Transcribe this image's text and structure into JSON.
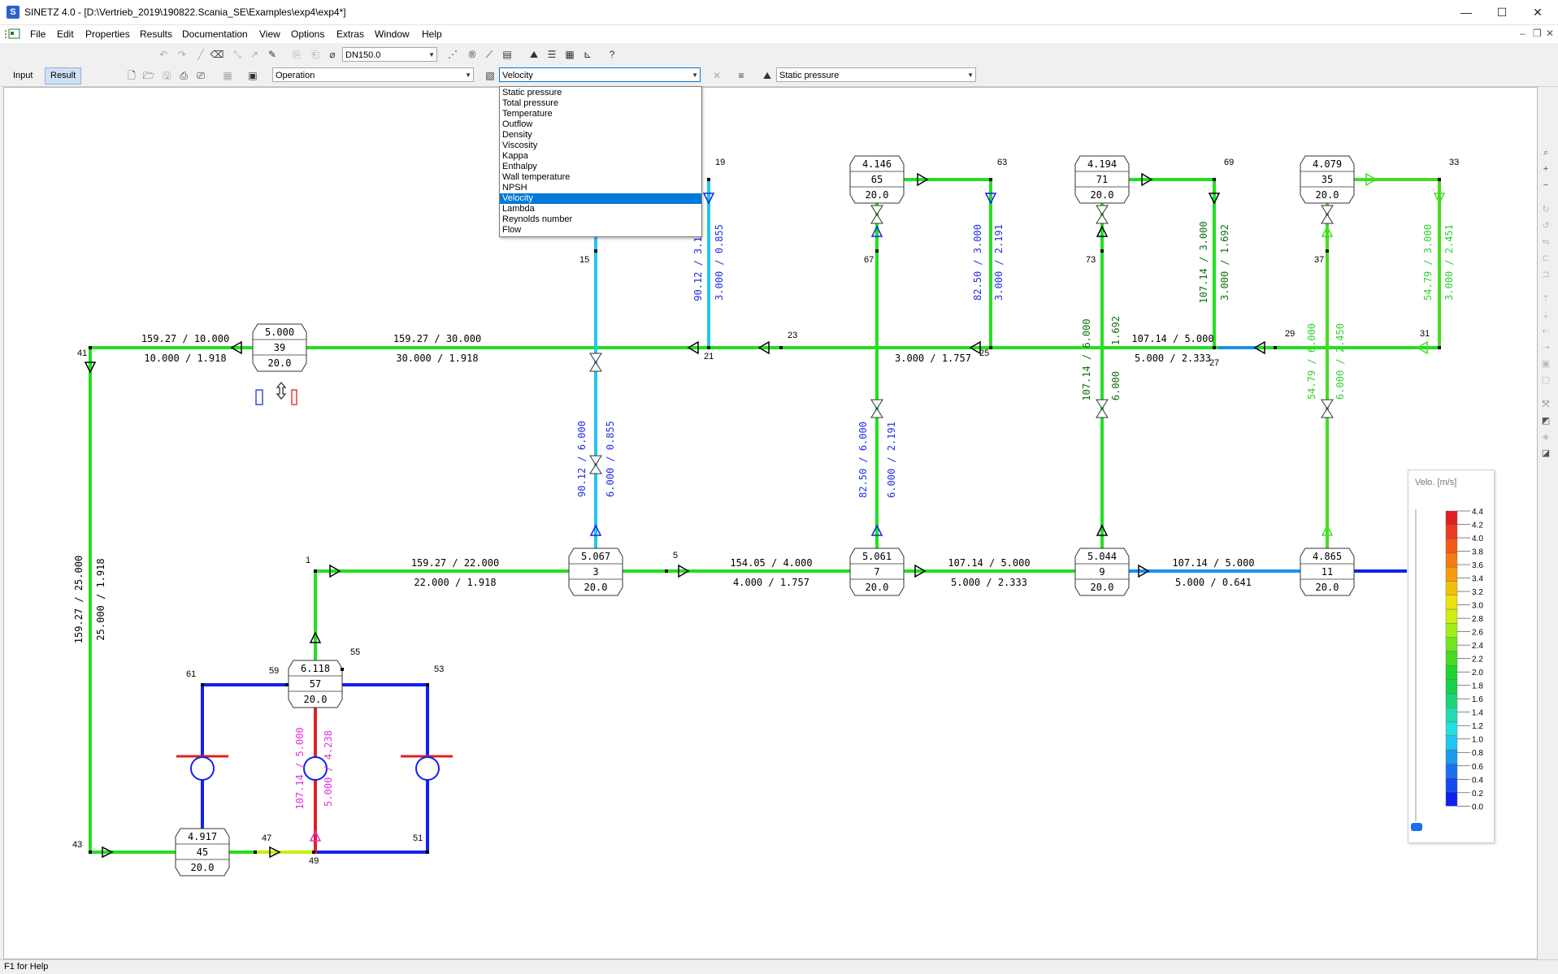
{
  "window": {
    "title": "SINETZ 4.0 - [D:\\Vertrieb_2019\\190822.Scania_SE\\Examples\\exp4\\exp4*]",
    "minimize": "—",
    "maximize": "☐",
    "close": "✕"
  },
  "menu": [
    "File",
    "Edit",
    "Properties",
    "Results",
    "Documentation",
    "View",
    "Options",
    "Extras",
    "Window",
    "Help"
  ],
  "toolbar": {
    "pipe_size": "DN150.0",
    "mode_input": "Input",
    "mode_result": "Result",
    "operation": "Operation",
    "display_value": "Velocity",
    "second_value": "Static pressure"
  },
  "dropdown": {
    "options": [
      "Static pressure",
      "Total pressure",
      "Temperature",
      "Outflow",
      "Density",
      "Viscosity",
      "Kappa",
      "Enthalpy",
      "Wall temperature",
      "NPSH",
      "Velocity",
      "Lambda",
      "Reynolds number",
      "Flow"
    ],
    "selected": "Velocity"
  },
  "legend": {
    "title": "Velo. [m/s]",
    "colors": [
      "#e02020",
      "#ee3a1e",
      "#f45a14",
      "#f67c10",
      "#f89c0c",
      "#f2c00a",
      "#eee20c",
      "#ccee10",
      "#a0ee18",
      "#70e620",
      "#46dc24",
      "#20d430",
      "#18d24c",
      "#1cd47c",
      "#22dcb0",
      "#24e0e0",
      "#20c6ee",
      "#1c9aee",
      "#1a70ee",
      "#1448f0",
      "#1020f0"
    ],
    "labels": [
      "4.4",
      "4.2",
      "4.0",
      "3.8",
      "3.6",
      "3.4",
      "3.2",
      "3.0",
      "2.8",
      "2.6",
      "2.4",
      "2.2",
      "2.0",
      "1.8",
      "1.6",
      "1.4",
      "1.2",
      "1.0",
      "0.8",
      "0.6",
      "0.4",
      "0.2",
      "0.0"
    ]
  },
  "nodes": [
    {
      "id": "39",
      "top": "5.000",
      "bottom": "20.0"
    },
    {
      "id": "65",
      "top": "4.146",
      "bottom": "20.0"
    },
    {
      "id": "71",
      "top": "4.194",
      "bottom": "20.0"
    },
    {
      "id": "35",
      "top": "4.079",
      "bottom": "20.0"
    },
    {
      "id": "3",
      "top": "5.067",
      "bottom": "20.0"
    },
    {
      "id": "7",
      "top": "5.061",
      "bottom": "20.0"
    },
    {
      "id": "9",
      "top": "5.044",
      "bottom": "20.0"
    },
    {
      "id": "11",
      "top": "4.865",
      "bottom": "20.0"
    },
    {
      "id": "57",
      "top": "6.118",
      "bottom": "20.0"
    },
    {
      "id": "45",
      "top": "4.917",
      "bottom": "20.0"
    }
  ],
  "point_labels": [
    "41",
    "43",
    "1",
    "5",
    "15",
    "19",
    "21",
    "23",
    "25",
    "27",
    "29",
    "31",
    "33",
    "37",
    "47",
    "49",
    "51",
    "53",
    "55",
    "59",
    "61",
    "63",
    "67",
    "69",
    "73"
  ],
  "pipe_labels": {
    "h1a": "159.27 / 10.000",
    "h1b": "10.000 / 1.918",
    "h2a": "159.27 / 30.000",
    "h2b": "30.000 / 1.918",
    "h3b": "3.000 / 1.757",
    "h4a": "107.14 / 5.000",
    "h4b": "5.000 / 2.333",
    "h5a": "159.27 / 22.000",
    "h5b": "22.000 / 1.918",
    "h6a": "154.05 / 4.000",
    "h6b": "4.000 / 1.757",
    "h7a": "107.14 / 5.000",
    "h7b": "5.000 / 2.333",
    "h8a": "107.14 / 5.000",
    "h8b": "5.000 / 0.641",
    "v1a": "159.27 / 25.000",
    "v1b": "25.000 / 1.918",
    "v2a": "90.12 / 6.000",
    "v2b": "6.000 / 0.855",
    "v3a": "90.12 / 3.1",
    "v3b": "3.000 / 0.855",
    "v4a": "82.50 / 6.000",
    "v4b": "6.000 / 2.191",
    "v5a": "82.50 / 3.000",
    "v5b": "3.000 / 2.191",
    "v6a": "107.14 / 6.000",
    "v6b": "6.000",
    "v6c": "1.692",
    "v7a": "107.14 / 3.000",
    "v7b": "3.000 / 1.692",
    "v8a": "54.79 / 6.000",
    "v8b": "6.000 / 2.450",
    "v9a": "54.79 / 3.000",
    "v9b": "3.000 / 2.451",
    "v10a": "107.14 / 5.000",
    "v10b": "5.000 / 4.238"
  },
  "status": "F1 for Help"
}
